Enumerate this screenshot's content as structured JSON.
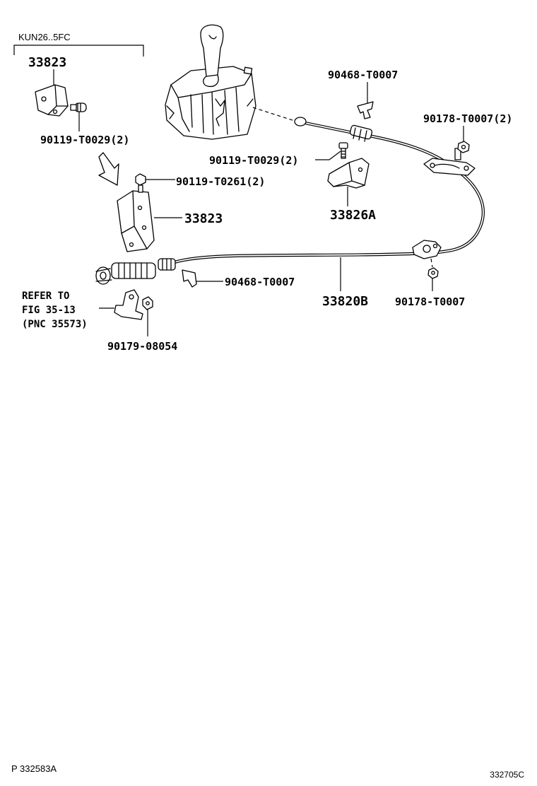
{
  "model_code": "KUN26..5FC",
  "labels": {
    "p33823_top": "33823",
    "p90119_t0029_left": "90119-T0029(2)",
    "p90119_t0261": "90119-T0261(2)",
    "p33823_mid": "33823",
    "p90468_t0007_top": "90468-T0007",
    "p90178_t0007_2": "90178-T0007(2)",
    "p90119_t0029_right": "90119-T0029(2)",
    "p33826a": "33826A",
    "p90468_t0007_mid": "90468-T0007",
    "p33820b": "33820B",
    "p90178_t0007": "90178-T0007",
    "refer_line1": "REFER TO",
    "refer_line2": "FIG 35-13",
    "refer_line3": "(PNC 35573)",
    "p90179_08054": "90179-08054"
  },
  "footer": {
    "left_code": "P 332583A",
    "right_code": "332705C"
  }
}
